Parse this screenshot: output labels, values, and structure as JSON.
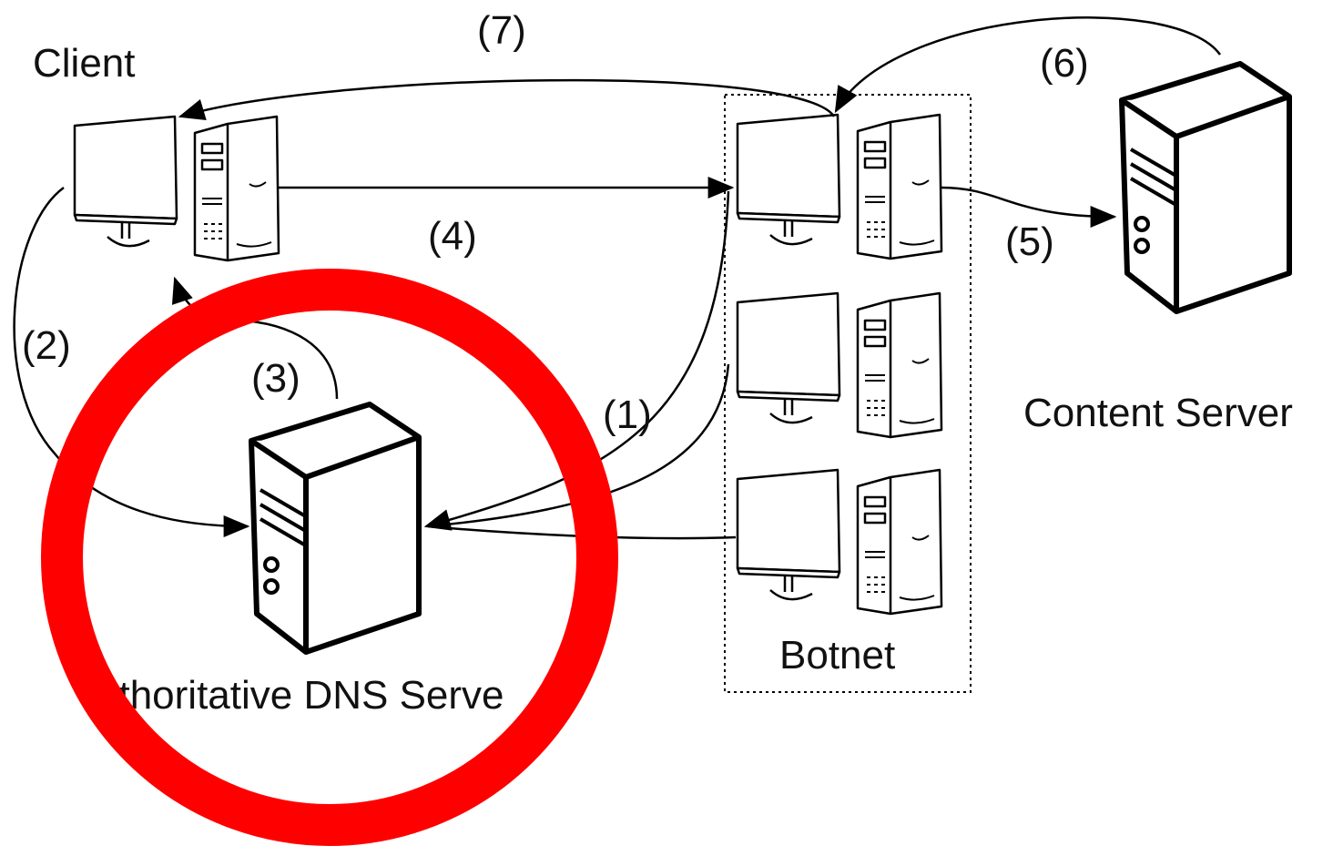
{
  "nodes": {
    "client": "Client",
    "botnet": "Botnet",
    "content_server": "Content Server",
    "dns_server": "uthoritative DNS Serve"
  },
  "steps": {
    "s1": "(1)",
    "s2": "(2)",
    "s3": "(3)",
    "s4": "(4)",
    "s5": "(5)",
    "s6": "(6)",
    "s7": "(7)"
  },
  "highlight": {
    "color": "#ff0000"
  }
}
